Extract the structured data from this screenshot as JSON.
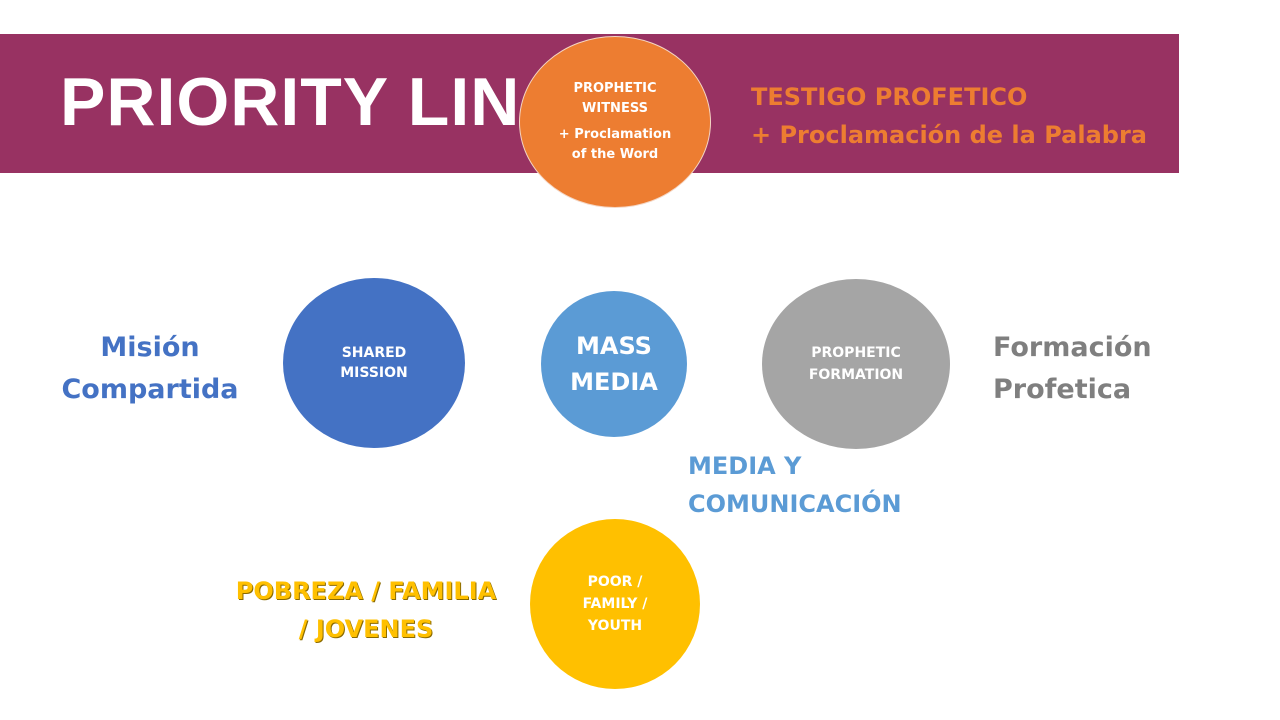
{
  "title": "PRIORITY LIN",
  "circles": {
    "prophetic_witness": {
      "line1": "PROPHETIC",
      "line2": "WITNESS",
      "line3": "+ Proclamation",
      "line4": "of the Word"
    },
    "shared_mission": {
      "line1": "SHARED",
      "line2": "MISSION"
    },
    "mass_media": {
      "line1": "MASS",
      "line2": "MEDIA"
    },
    "prophetic_formation": {
      "line1": "PROPHETIC",
      "line2": "FORMATION"
    },
    "poor_family_youth": {
      "line1": "POOR /",
      "line2": "FAMILY /",
      "line3": "YOUTH"
    }
  },
  "labels": {
    "testigo": {
      "line1": "TESTIGO PROFETICO",
      "line2": "+ Proclamación de la Palabra"
    },
    "mision": {
      "line1": "Misión",
      "line2": "Compartida"
    },
    "formacion": {
      "line1": "Formación",
      "line2": "Profetica"
    },
    "media": {
      "line1": "MEDIA Y",
      "line2": "COMUNICACIÓN"
    },
    "pobreza": {
      "line1": "POBREZA / FAMILIA",
      "line2": "/ JOVENES"
    }
  },
  "colors": {
    "banner": "#983262",
    "orange": "#ED7D31",
    "blue": "#4472C4",
    "light_blue": "#5B9BD5",
    "gray": "#A5A5A5",
    "gold": "#FFC000"
  }
}
